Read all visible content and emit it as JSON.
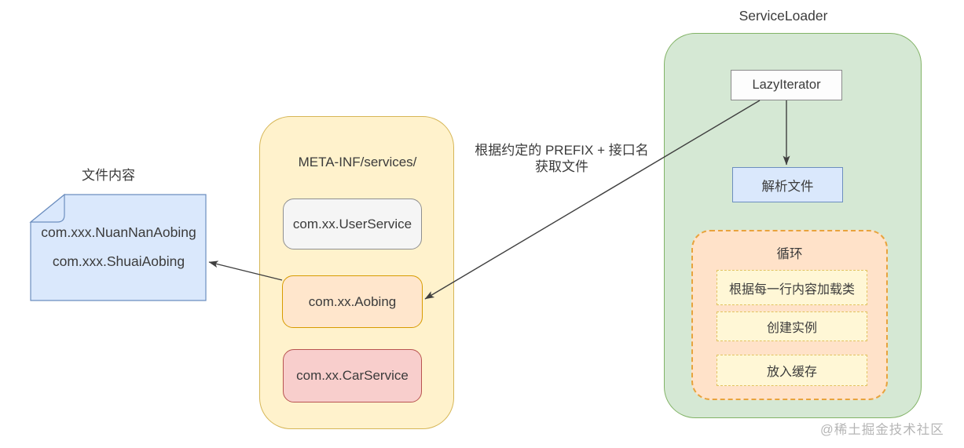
{
  "diagram": {
    "file_note": {
      "label": "文件内容",
      "lines": [
        "com.xxx.NuanNanAobing",
        "com.xxx.ShuaiAobing"
      ]
    },
    "services_dir": {
      "title": "META-INF/services/",
      "items": [
        {
          "label": "com.xx.UserService"
        },
        {
          "label": "com.xx.Aobing"
        },
        {
          "label": "com.xx.CarService"
        }
      ]
    },
    "service_loader": {
      "title": "ServiceLoader",
      "lazy_iterator_label": "LazyIterator",
      "parse_file_label": "解析文件",
      "loop": {
        "title": "循环",
        "steps": [
          "根据每一行内容加载类",
          "创建实例",
          "放入缓存"
        ]
      }
    },
    "arrow_label": {
      "line1": "根据约定的 PREFIX + 接口名",
      "line2": "获取文件"
    },
    "watermark": "@稀土掘金技术社区"
  },
  "colors": {
    "blue-fill": "#dae8fc",
    "blue-stroke": "#6c8ebf",
    "yellow-fill": "#fff2cc",
    "yellow-stroke": "#d6b656",
    "gray-fill": "#f5f5f5",
    "gray-stroke": "#8f8f8f",
    "orange-fill": "#ffe6cc",
    "orange-stroke": "#d79b00",
    "red-fill": "#f8cecc",
    "red-stroke": "#b85450",
    "green-fill": "#d5e8d4",
    "green-stroke": "#82b366",
    "peach-fill": "#ffe2c9",
    "peach-stroke": "#e8a33d",
    "paleyellow-fill": "#fff7d6",
    "paleyellow-stroke": "#e2c25f",
    "white-fill": "#fdfdfd",
    "white-stroke": "#8a8a8a",
    "line": "#3f3f3f",
    "text": "#3b3b3b",
    "watermark": "#b5b5b5"
  }
}
